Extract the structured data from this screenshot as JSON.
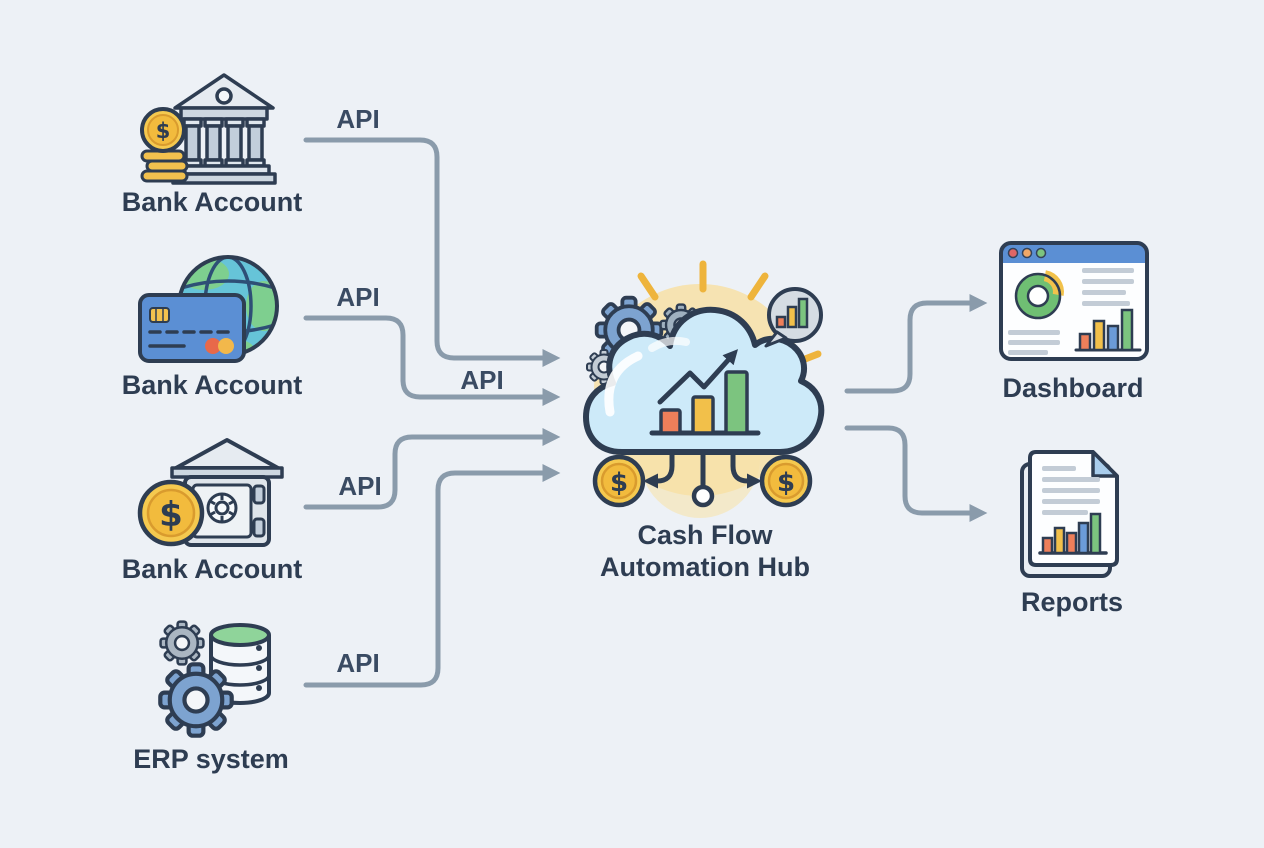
{
  "diagram": {
    "background_color": "#edf1f6",
    "currency_symbol": "$",
    "colors": {
      "outline_navy": "#2e3d52",
      "arrow_gray": "#8a9bab",
      "coin_gold": "#f5c94f",
      "bar_orange": "#ee7f5a",
      "bar_amber": "#f2c04a",
      "bar_green": "#7cc47f",
      "bar_blue": "#6b9bd8",
      "accent_blue": "#5b8fd4",
      "cloud_blue": "#cdeaf9",
      "glow_yellow": "#f7e1a6"
    },
    "sources": [
      {
        "id": "bank-account-1",
        "label": "Bank Account",
        "icon": "bank-building-with-coins-icon"
      },
      {
        "id": "bank-account-2",
        "label": "Bank Account",
        "icon": "credit-card-globe-icon"
      },
      {
        "id": "bank-account-3",
        "label": "Bank Account",
        "icon": "vault-with-coin-icon"
      },
      {
        "id": "erp-system",
        "label": "ERP system",
        "icon": "gears-database-icon"
      }
    ],
    "api_labels": [
      "API",
      "API",
      "API",
      "API",
      "API"
    ],
    "hub": {
      "label_line1": "Cash Flow",
      "label_line2": "Automation Hub",
      "icon": "cloud-analytics-icon"
    },
    "outputs": [
      {
        "id": "dashboard",
        "label": "Dashboard",
        "icon": "browser-dashboard-icon"
      },
      {
        "id": "reports",
        "label": "Reports",
        "icon": "report-document-icon"
      }
    ]
  }
}
